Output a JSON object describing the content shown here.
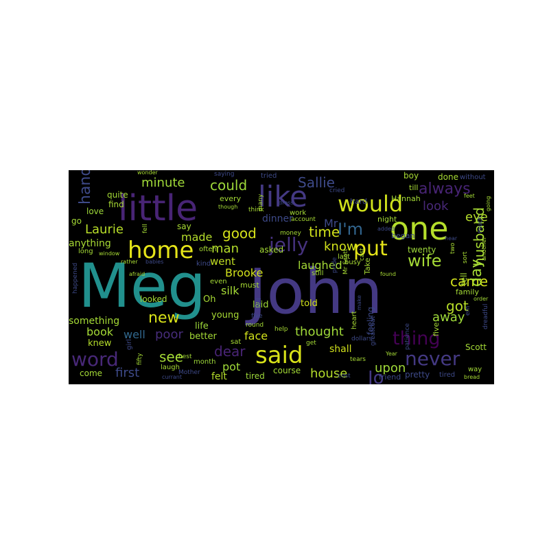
{
  "word_cloud": {
    "background": "#000000",
    "words": [
      {
        "text": "John",
        "color": "#443983"
      },
      {
        "text": "Meg",
        "color": "#21908d"
      },
      {
        "text": "little",
        "color": "#482475"
      },
      {
        "text": "one",
        "color": "#b5de2b"
      },
      {
        "text": "would",
        "color": "#d0e11c"
      },
      {
        "text": "like",
        "color": "#443983"
      },
      {
        "text": "said",
        "color": "#d8e219"
      },
      {
        "text": "home",
        "color": "#e5e419"
      },
      {
        "text": "jelly",
        "color": "#46327e"
      },
      {
        "text": "word",
        "color": "#482878"
      },
      {
        "text": "never",
        "color": "#443983"
      },
      {
        "text": "thing",
        "color": "#440154"
      },
      {
        "text": "put",
        "color": "#e5e419"
      },
      {
        "text": "wife",
        "color": "#a5db36"
      },
      {
        "text": "could",
        "color": "#9fda3a"
      },
      {
        "text": "always",
        "color": "#482475"
      },
      {
        "text": "Sallie",
        "color": "#3e4a89"
      },
      {
        "text": "minute",
        "color": "#a0da39"
      },
      {
        "text": "time",
        "color": "#d2e21b"
      },
      {
        "text": "I'm",
        "color": "#32658e"
      },
      {
        "text": "new",
        "color": "#d8e219"
      },
      {
        "text": "know",
        "color": "#d2e21b"
      },
      {
        "text": "good",
        "color": "#d5e21a"
      },
      {
        "text": "Laurie",
        "color": "#b8de29"
      },
      {
        "text": "made",
        "color": "#b5de2b"
      },
      {
        "text": "dear",
        "color": "#482475"
      },
      {
        "text": "see",
        "color": "#a5db36"
      },
      {
        "text": "thought",
        "color": "#a0da39"
      },
      {
        "text": "house",
        "color": "#b5de2b"
      },
      {
        "text": "poor",
        "color": "#472d7b"
      },
      {
        "text": "first",
        "color": "#3e4a89"
      },
      {
        "text": "came",
        "color": "#d2e21b"
      },
      {
        "text": "got",
        "color": "#b8de29"
      },
      {
        "text": "day",
        "color": "#a5db36"
      },
      {
        "text": "look",
        "color": "#482878"
      },
      {
        "text": "eye",
        "color": "#b5de2b"
      },
      {
        "text": "hand",
        "color": "#3e4a89"
      },
      {
        "text": "husband",
        "color": "#a8db34"
      },
      {
        "text": "Jo",
        "color": "#443983"
      },
      {
        "text": "upon",
        "color": "#a0da39"
      },
      {
        "text": "away",
        "color": "#9fda3a"
      },
      {
        "text": "book",
        "color": "#a5db36"
      },
      {
        "text": "well",
        "color": "#31688e"
      },
      {
        "text": "laughed",
        "color": "#a5db36"
      },
      {
        "text": "went",
        "color": "#c2df23"
      },
      {
        "text": "man",
        "color": "#b5de2b"
      },
      {
        "text": "Brooke",
        "color": "#d2e21b"
      },
      {
        "text": "face",
        "color": "#d2e21b"
      },
      {
        "text": "silk",
        "color": "#a5db36"
      },
      {
        "text": "pot",
        "color": "#a0da39"
      },
      {
        "text": "felt",
        "color": "#b5de2b"
      },
      {
        "text": "shall",
        "color": "#d2e21b"
      },
      {
        "text": "Mr",
        "color": "#3e4a89"
      },
      {
        "text": "dinner",
        "color": "#3e4a89"
      },
      {
        "text": "knew",
        "color": "#b5de2b"
      },
      {
        "text": "young",
        "color": "#a8db34"
      },
      {
        "text": "better",
        "color": "#a5db36"
      },
      {
        "text": "life",
        "color": "#9fda3a"
      },
      {
        "text": "laid",
        "color": "#a0da39"
      },
      {
        "text": "told",
        "color": "#d2e21b"
      },
      {
        "text": "anything",
        "color": "#a8db34"
      },
      {
        "text": "quite",
        "color": "#a5db36"
      },
      {
        "text": "find",
        "color": "#a8db34"
      },
      {
        "text": "love",
        "color": "#9fda3a"
      },
      {
        "text": "something",
        "color": "#a5db36"
      },
      {
        "text": "looked",
        "color": "#a5db36"
      },
      {
        "text": "Oh",
        "color": "#a8db34"
      },
      {
        "text": "asked",
        "color": "#a5db36"
      },
      {
        "text": "twenty",
        "color": "#9fda3a"
      },
      {
        "text": "Scott",
        "color": "#a5db36"
      },
      {
        "text": "pretty",
        "color": "#3e4a89"
      },
      {
        "text": "tired",
        "color": "#3e4a89"
      },
      {
        "text": "course",
        "color": "#a5db36"
      },
      {
        "text": "friend",
        "color": "#3e4a89"
      },
      {
        "text": "I've",
        "color": "#9fda3a"
      },
      {
        "text": "come",
        "color": "#a5db36"
      },
      {
        "text": "laugh",
        "color": "#a8db34"
      },
      {
        "text": "month",
        "color": "#9fda3a"
      },
      {
        "text": "sat",
        "color": "#a8db34"
      },
      {
        "text": "family",
        "color": "#a5db36"
      },
      {
        "text": "done",
        "color": "#a8db34"
      },
      {
        "text": "without",
        "color": "#3e4a89"
      },
      {
        "text": "began",
        "color": "#3e4a89"
      },
      {
        "text": "night",
        "color": "#a5db36"
      },
      {
        "text": "boy",
        "color": "#a8db34"
      },
      {
        "text": "tried",
        "color": "#3e4a89"
      },
      {
        "text": "saying",
        "color": "#3e4a89"
      },
      {
        "text": "every",
        "color": "#a5db36"
      },
      {
        "text": "hard",
        "color": "#3e4a89"
      },
      {
        "text": "till",
        "color": "#a8db34"
      },
      {
        "text": "Hannah",
        "color": "#a5db36"
      },
      {
        "text": "feeling",
        "color": "#3e4a89"
      },
      {
        "text": "must",
        "color": "#a8db34"
      },
      {
        "text": "even",
        "color": "#a5db36"
      },
      {
        "text": "kind",
        "color": "#3e4a89"
      },
      {
        "text": "often",
        "color": "#a8db34"
      },
      {
        "text": "go",
        "color": "#a5db36"
      },
      {
        "text": "say",
        "color": "#a8db34"
      },
      {
        "text": "way",
        "color": "#a5db36"
      },
      {
        "text": "still",
        "color": "#a5db36"
      },
      {
        "text": "last",
        "color": "#a8db34"
      },
      {
        "text": "Mother",
        "color": "#3e4a89"
      },
      {
        "text": "cost",
        "color": "#3e4a89"
      },
      {
        "text": "best",
        "color": "#a5db36"
      },
      {
        "text": "tears",
        "color": "#a8db34"
      },
      {
        "text": "long",
        "color": "#a5db36"
      },
      {
        "text": "window",
        "color": "#a8db34"
      },
      {
        "text": "think",
        "color": "#a8db34"
      },
      {
        "text": "work",
        "color": "#a5db36"
      },
      {
        "text": "account",
        "color": "#a8db34"
      },
      {
        "text": "money",
        "color": "#a5db36"
      },
      {
        "text": "dress",
        "color": "#3e4a89"
      },
      {
        "text": "wonder",
        "color": "#a8db34"
      },
      {
        "text": "cried",
        "color": "#3e4a89"
      },
      {
        "text": "busy",
        "color": "#a8db34"
      },
      {
        "text": "dollars",
        "color": "#3e4a89"
      },
      {
        "text": "fifty",
        "color": "#a5db36"
      },
      {
        "text": "patience",
        "color": "#3e4a89"
      },
      {
        "text": "five",
        "color": "#a8db34"
      },
      {
        "text": "girl",
        "color": "#3e4a89"
      },
      {
        "text": "Year",
        "color": "#a5db36"
      },
      {
        "text": "bread",
        "color": "#a8db34"
      },
      {
        "text": "currant",
        "color": "#3e4a89"
      },
      {
        "text": "get",
        "color": "#a5db36"
      },
      {
        "text": "help",
        "color": "#a8db34"
      },
      {
        "text": "round",
        "color": "#a5db36"
      },
      {
        "text": "can't",
        "color": "#3e4a89"
      },
      {
        "text": "heart",
        "color": "#a8db34"
      },
      {
        "text": "added",
        "color": "#3e4a89"
      },
      {
        "text": "order",
        "color": "#a5db36"
      },
      {
        "text": "found",
        "color": "#a8db34"
      },
      {
        "text": "greatcoat",
        "color": "#3e4a89"
      },
      {
        "text": "afraid",
        "color": "#a8db34"
      },
      {
        "text": "though",
        "color": "#a5db36"
      },
      {
        "text": "rather",
        "color": "#a8db34"
      },
      {
        "text": "babies",
        "color": "#3e4a89"
      },
      {
        "text": "happened",
        "color": "#3e4a89"
      },
      {
        "text": "another",
        "color": "#a8db34"
      },
      {
        "text": "much",
        "color": "#3e4a89"
      },
      {
        "text": "going",
        "color": "#a5db36"
      },
      {
        "text": "dreadful",
        "color": "#3e4a89"
      },
      {
        "text": "sort",
        "color": "#a8db34"
      },
      {
        "text": "tell",
        "color": "#a5db36"
      },
      {
        "text": "Mr Scott",
        "color": "#a8db34"
      },
      {
        "text": "make",
        "color": "#3e4a89"
      },
      {
        "text": "Take",
        "color": "#a8db34"
      },
      {
        "text": "pride",
        "color": "#3e4a89"
      },
      {
        "text": "I'll",
        "color": "#a5db36"
      },
      {
        "text": "many",
        "color": "#a8db34"
      },
      {
        "text": "fell",
        "color": "#3e4a89"
      },
      {
        "text": "cast",
        "color": "#a8db34"
      },
      {
        "text": "hear",
        "color": "#3e4a89"
      },
      {
        "text": "feet",
        "color": "#a5db36"
      },
      {
        "text": "two",
        "color": "#a8db34"
      },
      {
        "text": "em",
        "color": "#3e4a89"
      }
    ]
  }
}
